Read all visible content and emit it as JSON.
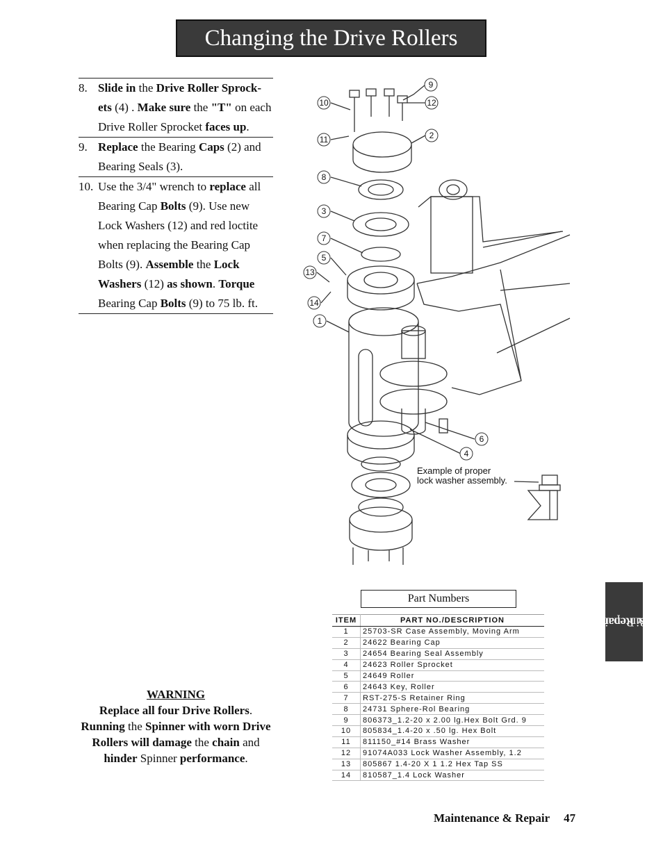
{
  "title": "Changing the Drive Rollers",
  "steps": [
    {
      "num": "8.",
      "parts": [
        {
          "t": "Slide in",
          "b": true
        },
        {
          "t": " the ",
          "b": false
        },
        {
          "t": "Drive Roller Sprock-ets",
          "b": true
        },
        {
          "t": " (4) .  ",
          "b": false
        },
        {
          "t": "Make sure",
          "b": true
        },
        {
          "t": " the ",
          "b": false
        },
        {
          "t": "\"T\"",
          "b": true
        },
        {
          "t": " on each Drive Roller Sprocket ",
          "b": false
        },
        {
          "t": "faces up",
          "b": true
        },
        {
          "t": ".",
          "b": false
        }
      ]
    },
    {
      "num": "9.",
      "parts": [
        {
          "t": "Replace",
          "b": true
        },
        {
          "t": " the Bearing ",
          "b": false
        },
        {
          "t": "Caps",
          "b": true
        },
        {
          "t": " (2) and Bearing Seals (3).",
          "b": false
        }
      ]
    },
    {
      "num": "10.",
      "parts": [
        {
          "t": "Use the 3/4\" wrench to ",
          "b": false
        },
        {
          "t": "replace",
          "b": true
        },
        {
          "t": " all Bearing Cap ",
          "b": false
        },
        {
          "t": "Bolts",
          "b": true
        },
        {
          "t": " (9).  Use new Lock Washers (12) and red loctite when replacing the Bearing Cap Bolts (9).  ",
          "b": false
        },
        {
          "t": "Assemble",
          "b": true
        },
        {
          "t": " the ",
          "b": false
        },
        {
          "t": "Lock Washers",
          "b": true
        },
        {
          "t": " (12) ",
          "b": false
        },
        {
          "t": "as shown",
          "b": true
        },
        {
          "t": ".  ",
          "b": false
        },
        {
          "t": "Torque",
          "b": true
        },
        {
          "t": " Bearing Cap ",
          "b": false
        },
        {
          "t": "Bolts",
          "b": true
        },
        {
          "t": " (9) to 75 lb. ft.",
          "b": false
        }
      ]
    }
  ],
  "warning": {
    "heading": "WARNING",
    "parts": [
      {
        "t": "Replace all four Drive Rollers",
        "b": true
      },
      {
        "t": ". ",
        "b": false
      },
      {
        "t": "Running",
        "b": true
      },
      {
        "t": " the ",
        "b": false
      },
      {
        "t": "Spinner with worn Drive Rollers will damage",
        "b": true
      },
      {
        "t": " the ",
        "b": false
      },
      {
        "t": "chain",
        "b": true
      },
      {
        "t": " and ",
        "b": false
      },
      {
        "t": "hinder",
        "b": true
      },
      {
        "t": " Spinner ",
        "b": false
      },
      {
        "t": "performance",
        "b": true
      },
      {
        "t": ".",
        "b": false
      }
    ]
  },
  "diagram": {
    "callouts": [
      "9",
      "10",
      "12",
      "11",
      "2",
      "8",
      "3",
      "7",
      "5",
      "13",
      "14",
      "1",
      "6",
      "4"
    ],
    "note_line1": "Example of proper",
    "note_line2": "lock washer assembly."
  },
  "part_numbers_heading": "Part Numbers",
  "table": {
    "headers": [
      "ITEM",
      "PART NO./DESCRIPTION"
    ],
    "rows": [
      [
        "1",
        "25703-SR Case Assembly, Moving Arm"
      ],
      [
        "2",
        "24622 Bearing Cap"
      ],
      [
        "3",
        "24654 Bearing Seal Assembly"
      ],
      [
        "4",
        "24623 Roller Sprocket"
      ],
      [
        "5",
        "24649 Roller"
      ],
      [
        "6",
        "24643 Key, Roller"
      ],
      [
        "7",
        "RST-275-S Retainer Ring"
      ],
      [
        "8",
        "24731 Sphere-Rol Bearing"
      ],
      [
        "9",
        "806373_1.2-20 x 2.00 lg.Hex Bolt Grd. 9"
      ],
      [
        "10",
        "805834_1.4-20 x .50 lg. Hex Bolt"
      ],
      [
        "11",
        "811150_#14 Brass Washer"
      ],
      [
        "12",
        "91074A033 Lock Washer Assembly, 1.2"
      ],
      [
        "13",
        "805867 1.4-20 X 1 1.2 Hex Tap SS"
      ],
      [
        "14",
        "810587_1.4 Lock Washer"
      ]
    ]
  },
  "side_tab": {
    "line1": "Maintenance",
    "line2": "& Repair"
  },
  "footer": {
    "section": "Maintenance & Repair",
    "page": "47"
  }
}
